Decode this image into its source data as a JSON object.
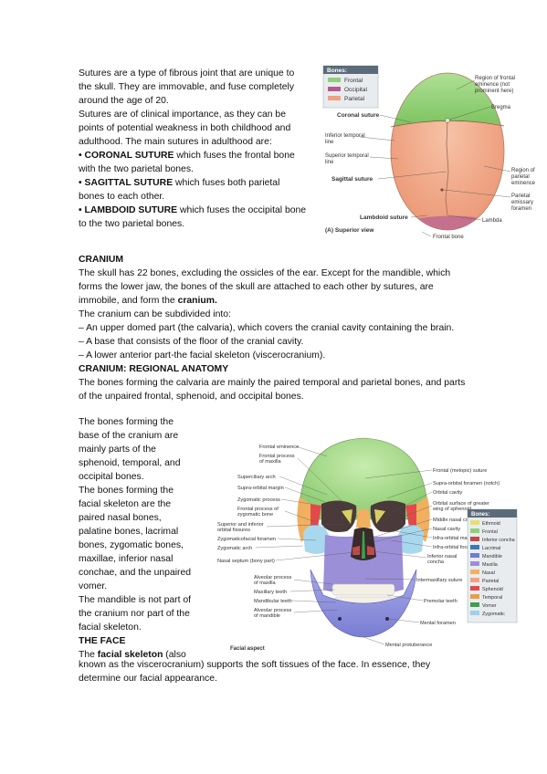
{
  "intro": {
    "p1": "Sutures are a type of fibrous joint that are unique to the skull. They are immovable, and fuse completely around the age of 20.",
    "p2": "Sutures are of clinical importance, as they can be points of potential weakness in both childhood and adulthood. The main sutures in adulthood are:",
    "bullets": [
      {
        "term": "• CORONAL SUTURE",
        "rest": " which fuses the frontal bone with the two parietal bones."
      },
      {
        "term": "• SAGITTAL SUTURE",
        "rest": " which fuses both parietal bones to each other."
      },
      {
        "term": "• LAMBDOID SUTURE",
        "rest": " which fuses the occipital bone to the two parietal bones."
      }
    ]
  },
  "figure1": {
    "legend_title": "Bones:",
    "legend": [
      {
        "label": "Frontal",
        "color": "#8fd07a"
      },
      {
        "label": "Occipital",
        "color": "#b25c8a"
      },
      {
        "label": "Parietal",
        "color": "#f2a07e"
      }
    ],
    "labels": {
      "coronal": "Coronal suture",
      "inferior_temporal": "Inferior temporal line",
      "superior_temporal": "Superior temporal line",
      "sagittal": "Sagittal suture",
      "lambdoid": "Lambdoid suture",
      "view": "(A) Superior view",
      "frontal_eminence": "Region of frontal eminence (not prominent here)",
      "bregma": "Bregma",
      "parietal_eminence": "Region of parietal eminence",
      "emissary": "Parietal emissary foramen",
      "lambda": "Lambda",
      "frontal_bone": "Frontal bone"
    }
  },
  "cranium": {
    "heading": "CRANIUM",
    "p1_a": "The skull has 22 bones, excluding the ossicles of the ear. Except for the mandible, which forms the lower jaw, the bones of the skull are attached to each other by sutures, are immobile, and form the ",
    "p1_b": "cranium.",
    "p2": "The cranium can be subdivided into:",
    "items": [
      "– An upper domed part (the calvaria), which covers the cranial cavity containing the brain.",
      "– A base that consists of the floor of the cranial cavity.",
      "– A lower anterior part-the facial skeleton (viscerocranium)."
    ]
  },
  "regional": {
    "heading": "CRANIUM: REGIONAL ANATOMY",
    "p1": "The bones forming the calvaria are mainly the paired temporal and parietal bones, and parts of the unpaired frontal, sphenoid, and occipital bones.",
    "p2": "The bones forming the base of the cranium are mainly parts of the sphenoid, temporal, and occipital bones.",
    "p3": "The bones forming the facial skeleton are the paired nasal bones, palatine bones, lacrimal bones, zygomatic bones, maxillae, inferior nasal conchae, and the unpaired vomer.",
    "p4": "The mandible is not part of the cranium nor part of the facial skeleton."
  },
  "face": {
    "heading": "THE FACE",
    "p1_a": "The ",
    "p1_b": "facial skeleton",
    "p1_c": " (also",
    "p2": "known as the viscerocranium) supports the soft tissues of the face. In essence, they determine our facial appearance."
  },
  "figure2": {
    "left_labels": [
      "Frontal eminence",
      "Frontal process of maxilla",
      "Superciliary arch",
      "Supra-orbital margin",
      "Zygomatic process",
      "Frontal process of zygomatic bone",
      "Superior and inferior orbital fissures",
      "Zygomaticofacial foramen",
      "Zygomatic arch",
      "Nasal septum (bony part)",
      "Alveolar process of maxilla",
      "Maxillary teeth",
      "Mandibular teeth",
      "Alveolar process of mandible"
    ],
    "right_labels": [
      "Frontal (metopic) suture",
      "Supra-orbital foramen (notch)",
      "Orbital cavity",
      "Orbital surface of greater wing of sphenoid",
      "Middle nasal concha",
      "Nasal cavity",
      "Infra-orbital margin",
      "Infra-orbital foramen",
      "Inferior nasal concha",
      "Intermaxillary suture",
      "Premolar teeth",
      "Mental foramen",
      "Mental protuberance"
    ],
    "view": "Facial aspect",
    "legend_title": "Bones:",
    "legend": [
      {
        "label": "Ethmoid",
        "color": "#e6e06a"
      },
      {
        "label": "Frontal",
        "color": "#8fd07a"
      },
      {
        "label": "Inferior concha",
        "color": "#c04a4a"
      },
      {
        "label": "Lacrimal",
        "color": "#3b78b8"
      },
      {
        "label": "Mandible",
        "color": "#6f7bd0"
      },
      {
        "label": "Maxilla",
        "color": "#9b8fd8"
      },
      {
        "label": "Nasal",
        "color": "#f0b060"
      },
      {
        "label": "Parietal",
        "color": "#f2a07e"
      },
      {
        "label": "Sphenoid",
        "color": "#e24a4a"
      },
      {
        "label": "Temporal",
        "color": "#e8a040"
      },
      {
        "label": "Vomer",
        "color": "#3aa050"
      },
      {
        "label": "Zygomatic",
        "color": "#9fd0ea"
      }
    ]
  }
}
